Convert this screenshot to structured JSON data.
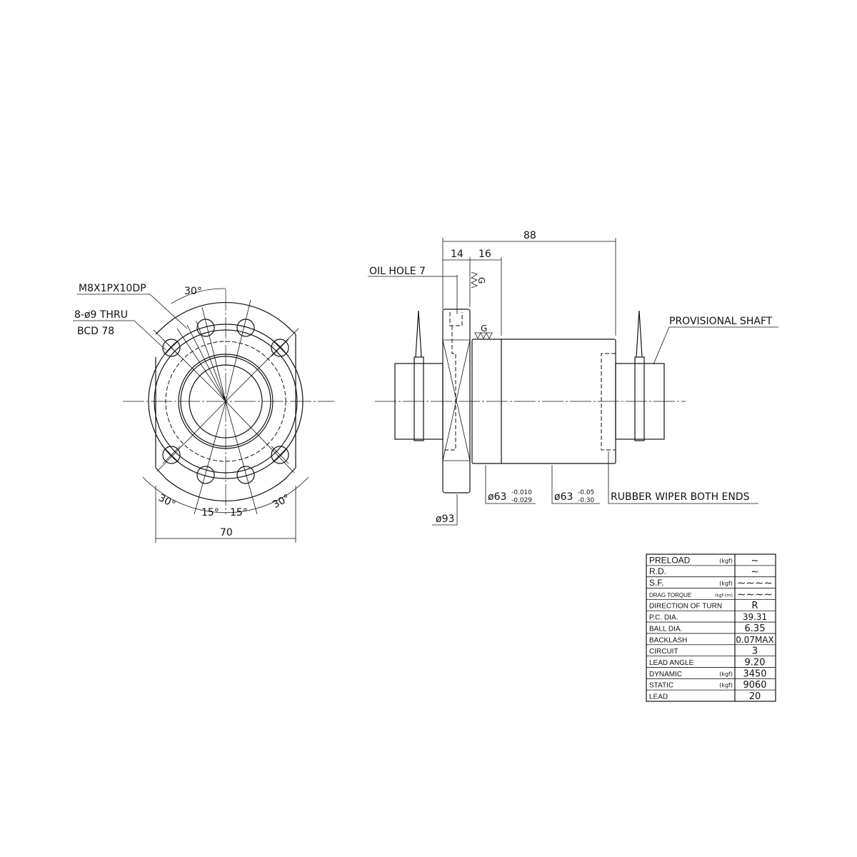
{
  "front_view": {
    "thread_note": "M8X1PX10DP",
    "holes_note": "8-ø9 THRU",
    "bcd_note": "BCD 78",
    "angle_top": "30°",
    "angle_bottom_left": "30°",
    "angle_bottom_right": "30°",
    "angle_15_left": "15°",
    "angle_15_right": "15°",
    "width_dim": "70"
  },
  "side_view": {
    "length_dim": "88",
    "flange_width_dim": "14",
    "spigot_dim": "16",
    "oil_hole": "OIL HOLE 7",
    "grind_mark_1": "G",
    "grind_mark_2": "G",
    "flange_dia": "ø93",
    "spigot_dia": "ø63",
    "spigot_tol_upper": "-0.010",
    "spigot_tol_lower": "-0.029",
    "body_dia": "ø63",
    "body_tol_upper": "-0.05",
    "body_tol_lower": "-0.30",
    "wiper_note": "RUBBER WIPER BOTH ENDS",
    "shaft_note": "PROVISIONAL SHAFT"
  },
  "spec_table": {
    "rows": [
      {
        "label": "PRELOAD",
        "unit": "(kgf)",
        "value": "~"
      },
      {
        "label": "R.D.",
        "unit": "",
        "value": "~"
      },
      {
        "label": "S.F.",
        "unit": "(kgf)",
        "value": "~~~~"
      },
      {
        "label": "DRAG TORQUE",
        "unit": "(kgf-cm)",
        "value": "~~~~"
      },
      {
        "label": "DIRECTION OF TURN",
        "unit": "",
        "value": "R"
      },
      {
        "label": "P.C. DIA.",
        "unit": "",
        "value": "39.31"
      },
      {
        "label": "BALL DIA.",
        "unit": "",
        "value": "6.35"
      },
      {
        "label": "BACKLASH",
        "unit": "",
        "value": "0.07MAX"
      },
      {
        "label": "CIRCUIT",
        "unit": "",
        "value": "3"
      },
      {
        "label": "LEAD ANGLE",
        "unit": "",
        "value": "9.20"
      },
      {
        "label": "DYNAMIC",
        "unit": "(kgf)",
        "value": "3450"
      },
      {
        "label": "STATIC",
        "unit": "(kgf)",
        "value": "9060"
      },
      {
        "label": "LEAD",
        "unit": "",
        "value": "20"
      }
    ]
  }
}
